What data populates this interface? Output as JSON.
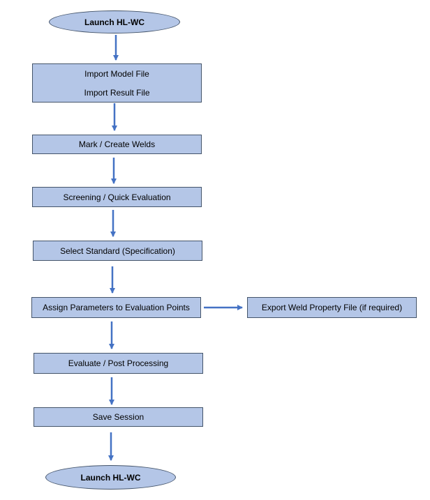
{
  "flowchart": {
    "start": {
      "label": "Launch HL-WC"
    },
    "import": {
      "line1": "Import Model File",
      "line2": "Import Result File"
    },
    "mark_welds": {
      "label": "Mark / Create Welds"
    },
    "screening": {
      "label": "Screening / Quick Evaluation"
    },
    "select_standard": {
      "label": "Select Standard (Specification)"
    },
    "assign_parameters": {
      "label": "Assign Parameters to Evaluation Points"
    },
    "export_property": {
      "label": "Export Weld Property File (if required)"
    },
    "evaluate": {
      "label": "Evaluate / Post Processing"
    },
    "save_session": {
      "label": "Save Session"
    },
    "end": {
      "label": "Launch HL-WC"
    }
  },
  "colors": {
    "box_fill": "#b4c6e7",
    "box_border": "#44546a",
    "arrow": "#4472c4"
  }
}
